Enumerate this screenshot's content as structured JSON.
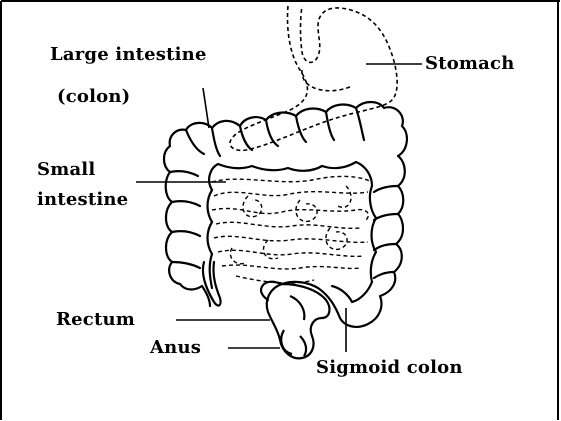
{
  "labels": {
    "large_intestine_line1": "Large intestine",
    "large_intestine_line2": "(colon)",
    "stomach": "Stomach",
    "small_intestine_line1": "Small",
    "small_intestine_line2": "intestine",
    "rectum": "Rectum",
    "anus": "Anus",
    "sigmoid_colon": "Sigmoid colon"
  },
  "colors": {
    "ink": "#000000",
    "background": "#ffffff"
  }
}
